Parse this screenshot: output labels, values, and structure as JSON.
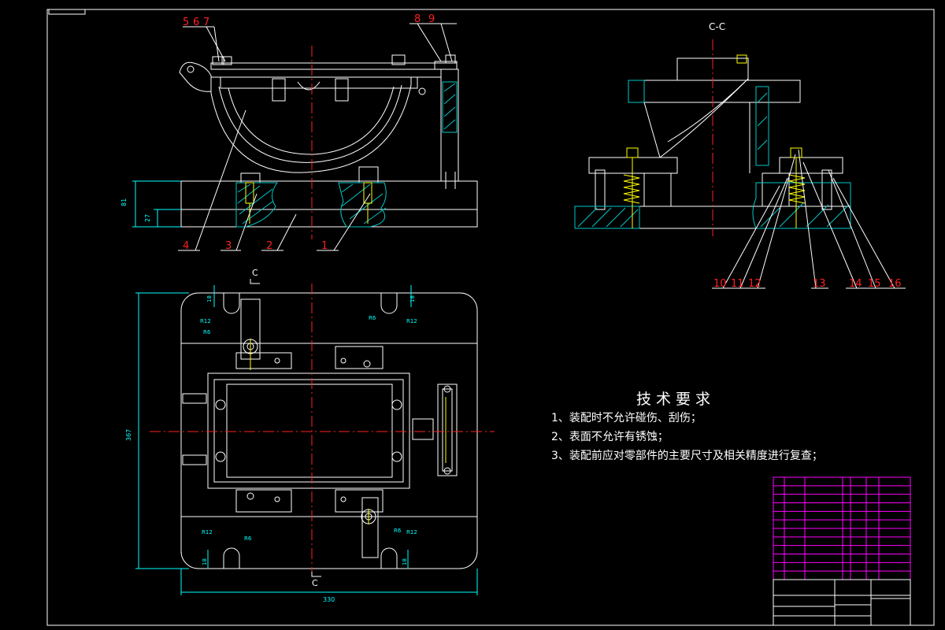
{
  "colors": {
    "background": "#000000",
    "outline": "#ffffff",
    "dimension": "#00ffff",
    "callout": "#ff0000",
    "centerline": "#ff2020",
    "hatch": "#00c8c8",
    "table": "#ff00ff",
    "parts": "#ffff00"
  },
  "section_label": "C-C",
  "cut_markers": [
    "C",
    "C"
  ],
  "callouts": {
    "front": [
      "5",
      "6",
      "7",
      "8",
      "9",
      "4",
      "3",
      "2",
      "1"
    ],
    "section": [
      "10",
      "11",
      "12",
      "13",
      "14",
      "15",
      "16"
    ]
  },
  "dimensions": {
    "height_total": "81",
    "height_base": "27",
    "plan_height": "367",
    "plan_width": "330",
    "slot_offset": "18",
    "slot_r_large": "R12",
    "slot_r_small": "R6"
  },
  "tech_requirements": {
    "title": "技术要求",
    "items": [
      "1、装配时不允许碰伤、刮伤；",
      "2、表面不允许有锈蚀；",
      "3、装配前应对零部件的主要尺寸及相关精度进行复查；"
    ]
  },
  "title_block": {
    "rows": 12
  }
}
